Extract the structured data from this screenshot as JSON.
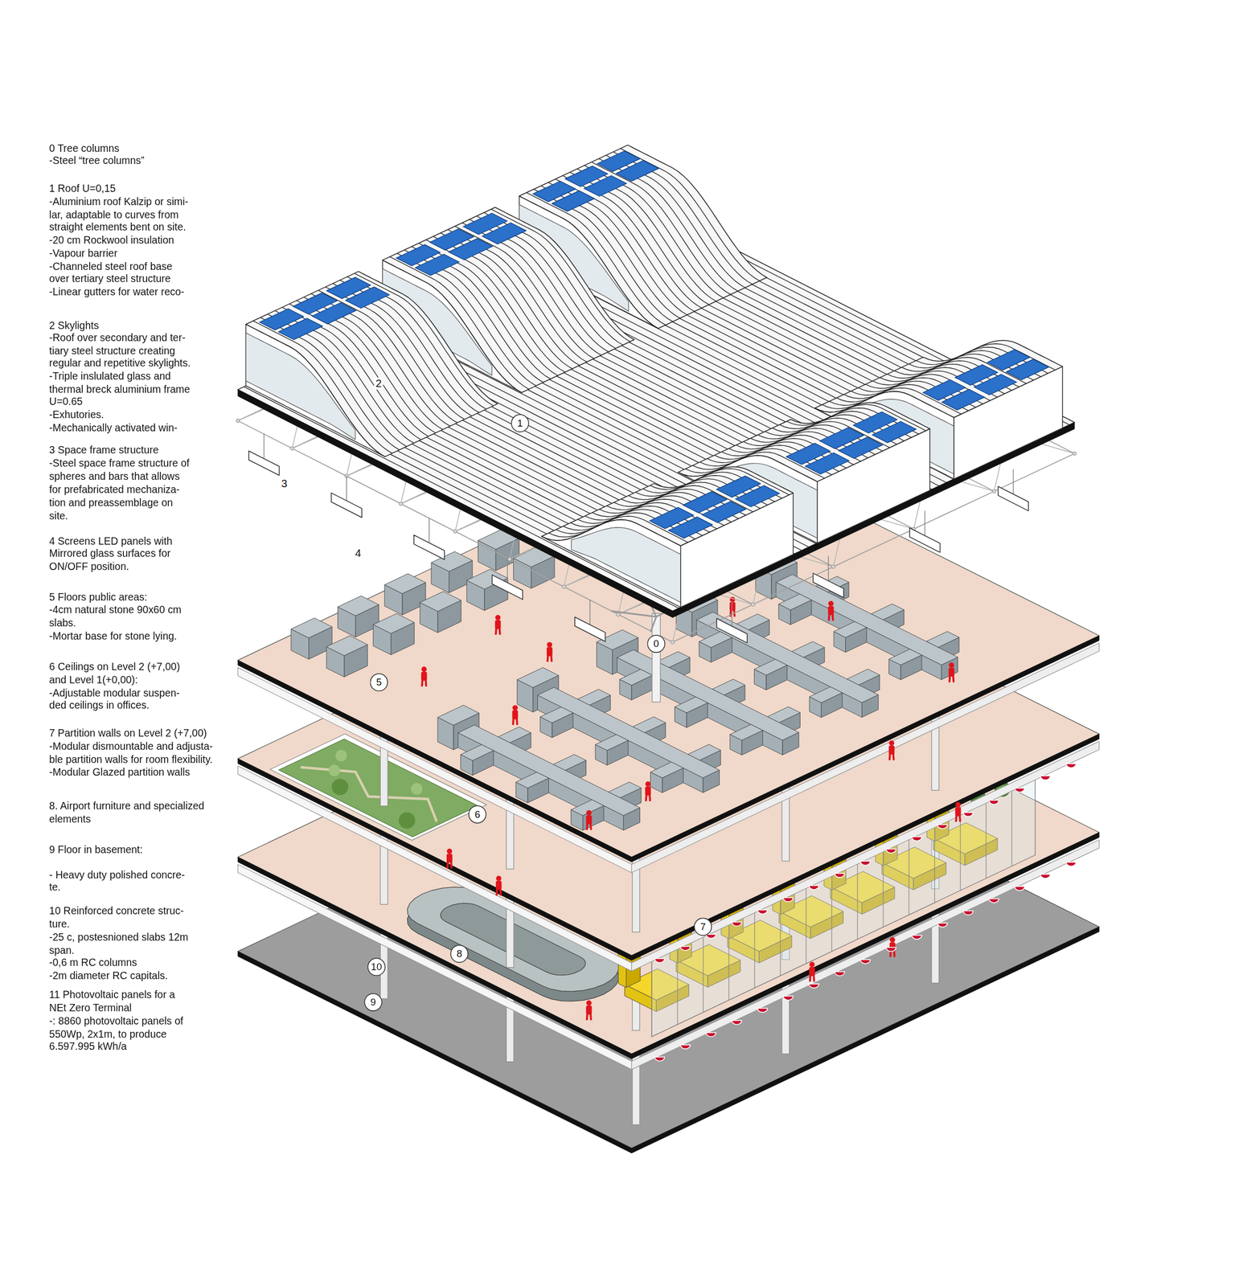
{
  "diagram": {
    "nodes": [
      {
        "text": [
          "1"
        ]
      },
      {
        "text": [
          "0"
        ]
      },
      {
        "text": [
          "5"
        ]
      },
      {
        "text": [
          "6"
        ]
      },
      {
        "text": [
          "7"
        ]
      },
      {
        "text": [
          "8"
        ]
      },
      {
        "text": [
          "10"
        ]
      },
      {
        "text": [
          "9"
        ]
      }
    ],
    "labels": [
      "0 Tree columns",
      "-Steel “tree columns”",
      "1 Roof U=0,15",
      "-Aluminium roof Kalzip or simi-",
      "lar, adaptable to curves from",
      "straight elements bent on site.",
      "-20 cm Rockwool insulation",
      "-Vapour barrier",
      "-Channeled steel roof base",
      "over tertiary steel structure",
      "-Linear gutters for water reco-",
      "2 Skylights",
      "-Roof over secondary and ter-",
      "tiary steel structure creating",
      "regular and repetitive skylights.",
      "-Triple inslulated glass and",
      "thermal breck aluminium frame",
      "U=0.65",
      "-Exhutories.",
      "-Mechanically activated win-",
      "3 Space frame structure",
      "-Steel space frame structure of",
      "spheres and bars that allows",
      "for prefabricated mechaniza-",
      "tion and preassemblage on",
      "site.",
      "4 Screens LED panels with",
      "Mirrored glass surfaces for",
      "ON/OFF position.",
      "5 Floors public areas:",
      "-4cm natural stone 90x60 cm",
      "slabs.",
      "-Mortar base for stone lying.",
      "6 Ceilings on Level 2 (+7,00)",
      "and Level 1(+0,00):",
      "-Adjustable modular suspen-",
      "ded ceilings in offices.",
      "7 Partition walls on Level 2 (+7,00)",
      "-Modular dismountable and adjusta-",
      "ble partition walls for room flexibility.",
      "-Modular Glazed partition walls",
      "8. Airport furniture and specialized",
      "elements",
      "9 Floor in basement:",
      "- Heavy duty polished concre-",
      "te.",
      "10 Reinforced concrete struc-",
      "ture.",
      "-25 c, postesnioned slabs 12m",
      "span.",
      "-0,6 m RC columns",
      "-2m diameter RC capitals.",
      "11 Photovoltaic panels for a",
      "NEt Zero Terminal",
      "-: 8860 photovoltaic panels of",
      "550Wp, 2x1m, to produce",
      "6.597.995 kWh/a",
      "2",
      "3",
      "4"
    ]
  }
}
